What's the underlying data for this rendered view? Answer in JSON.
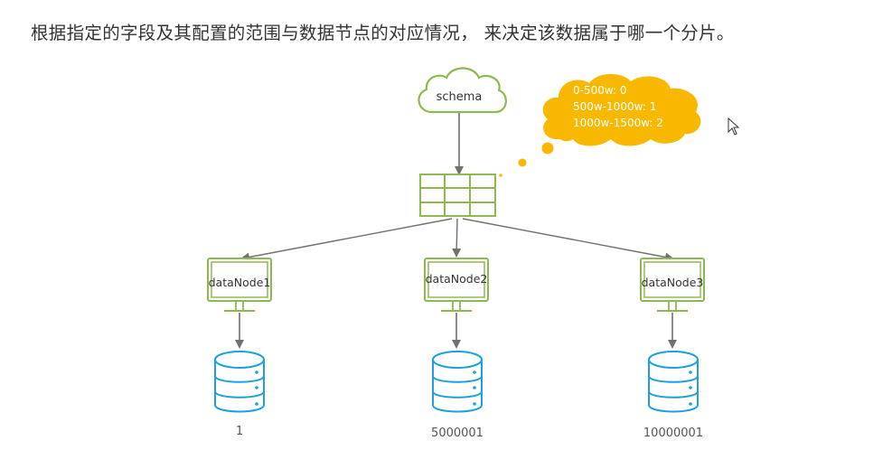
{
  "headline": "根据指定的字段及其配置的范围与数据节点的对应情况， 来决定该数据属于哪一个分片。",
  "schema": {
    "label": "schema",
    "icon": "cloud-icon"
  },
  "rule_table": {
    "icon": "table-grid-icon",
    "rows": 3,
    "cols": 3
  },
  "range_bubble": {
    "icon": "thought-cloud-icon",
    "lines": [
      "0-500w: 0",
      "500w-1000w: 1",
      "1000w-1500w: 2"
    ]
  },
  "nodes": [
    {
      "label": "dataNode1",
      "db_label": "1"
    },
    {
      "label": "dataNode2",
      "db_label": "5000001"
    },
    {
      "label": "dataNode3",
      "db_label": "10000001"
    }
  ],
  "colors": {
    "green": "#8cba51",
    "blue": "#1e9fe0",
    "orange": "#f9b800",
    "arrow": "#707070",
    "text": "#333333"
  },
  "cursor": {
    "icon": "mouse-pointer-icon"
  }
}
